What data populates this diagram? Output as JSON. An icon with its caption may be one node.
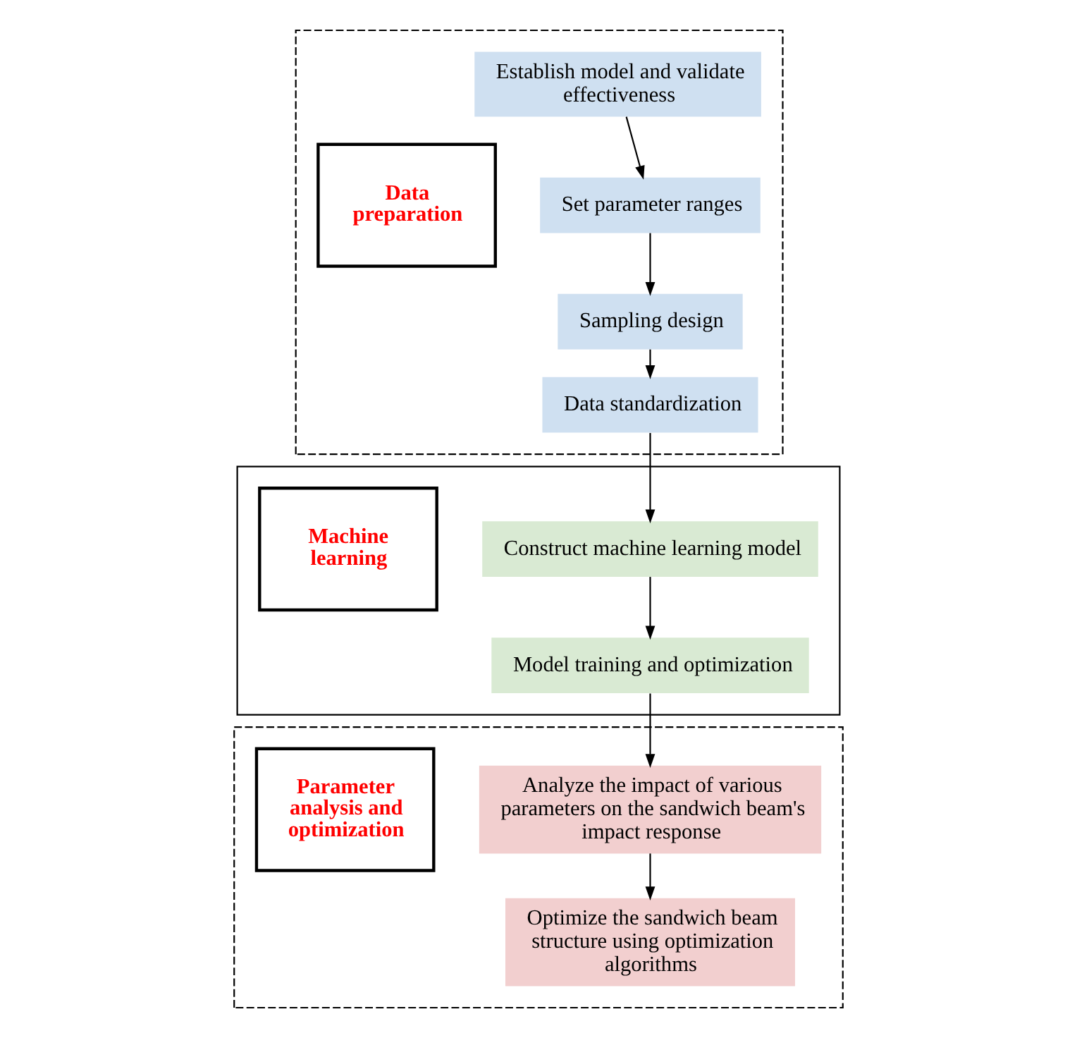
{
  "diagram": {
    "nodes": [
      {
        "text": [],
        "shape": "box"
      },
      {
        "text": [
          "Data preparation"
        ],
        "in": 0
      },
      {
        "text": [
          "Establish model and validate effectiveness"
        ],
        "in": 0
      },
      {
        "text": [
          "Set parameter ranges"
        ],
        "in": 0
      },
      {
        "text": [
          "Sampling design"
        ],
        "in": 0
      },
      {
        "text": [
          "Data standardization"
        ],
        "in": 0
      },
      {
        "text": [],
        "shape": "box"
      },
      {
        "text": [
          "Machine learning"
        ],
        "in": 6
      },
      {
        "text": [
          "Construct machine learning model"
        ],
        "in": 6
      },
      {
        "text": [
          "Model training and optimization"
        ],
        "in": 6
      },
      {
        "text": [],
        "shape": "box"
      },
      {
        "text": [
          "Parameter analysis and optimization"
        ],
        "in": 10
      },
      {
        "text": [
          "Analyze the impact of various parameters on the sandwich beam's impact response"
        ],
        "in": 10
      },
      {
        "text": [
          "Optimize the sandwich beam structure using optimization algorithms"
        ],
        "in": 10
      }
    ],
    "edges": [
      {
        "from": 2,
        "to": 3,
        "arrow": "to"
      },
      {
        "from": 3,
        "to": 4,
        "arrow": "to"
      },
      {
        "from": 4,
        "to": 5,
        "arrow": "to"
      },
      {
        "from": 5,
        "to": 8,
        "arrow": "to"
      },
      {
        "from": 8,
        "to": 9,
        "arrow": "to"
      },
      {
        "from": 9,
        "to": 12,
        "arrow": "to"
      },
      {
        "from": 12,
        "to": 13,
        "arrow": "to"
      }
    ]
  }
}
